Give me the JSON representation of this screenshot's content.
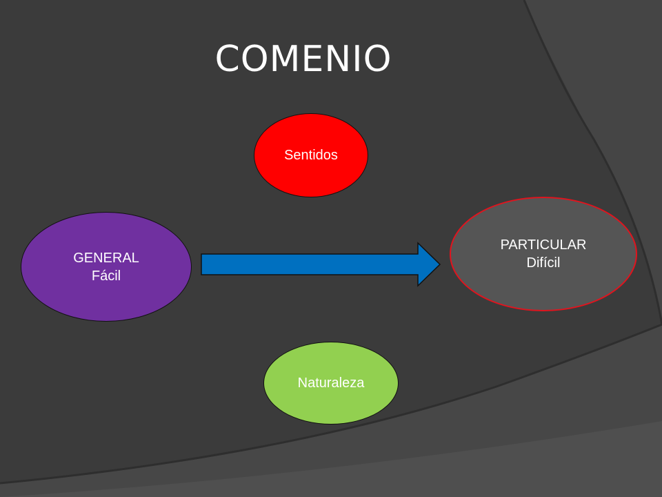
{
  "slide": {
    "title": "COMENIO"
  },
  "nodes": {
    "sentidos": {
      "label": "Sentidos",
      "color": "#ff0000"
    },
    "general": {
      "line1": "GENERAL",
      "line2": "Fácil",
      "color": "#7030a0"
    },
    "particular": {
      "line1": "PARTICULAR",
      "line2": "Difícil",
      "color": "#555555",
      "border": "#e0141e"
    },
    "naturaleza": {
      "label": "Naturaleza",
      "color": "#92d050"
    }
  },
  "arrow": {
    "color": "#0070c0",
    "direction": "right"
  }
}
